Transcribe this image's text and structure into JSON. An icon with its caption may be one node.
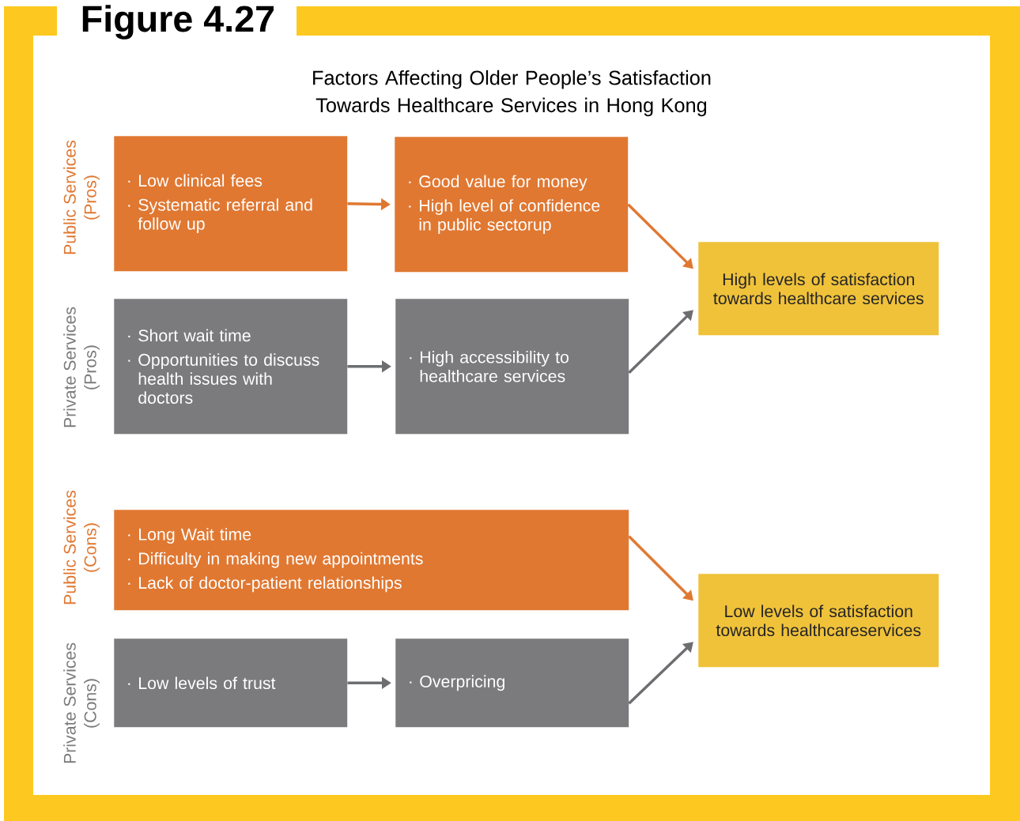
{
  "diagram": {
    "title": "Factors Affecting Older People’s Satisfaction Towards Healthcare Services in Hong Kong",
    "nodes": [
      {
        "text": [
          "Low clinical fees",
          "Systematic referral and follow up"
        ]
      },
      {
        "text": [
          "Good value for money",
          "High level of confidence in public sectorup"
        ]
      },
      {
        "text": [
          "Short wait time",
          "Opportunities to discuss health issues with doctors"
        ]
      },
      {
        "text": [
          "High accessibility to healthcare services"
        ]
      },
      {
        "text": [
          "High levels of satisfaction towards healthcare services"
        ]
      },
      {
        "text": [
          "Long Wait time",
          "Difficulty in making new appointments",
          "Lack of doctor-patient relationships"
        ]
      },
      {
        "text": [
          "Low levels of trust"
        ]
      },
      {
        "text": [
          "Overpricing"
        ]
      },
      {
        "text": [
          "Low levels of satisfaction towards healthcareservices"
        ]
      }
    ],
    "edges": [
      {
        "from": 0,
        "to": 1,
        "arrow": "to",
        "color": "#e07832"
      },
      {
        "from": 1,
        "to": 4,
        "arrow": "to",
        "color": "#e07832"
      },
      {
        "from": 2,
        "to": 3,
        "arrow": "to"
      },
      {
        "from": 3,
        "to": 4,
        "arrow": "to"
      },
      {
        "from": 5,
        "to": 8,
        "arrow": "to",
        "color": "#e07832"
      },
      {
        "from": 6,
        "to": 7,
        "arrow": "to"
      },
      {
        "from": 7,
        "to": 8,
        "arrow": "to"
      }
    ],
    "labels": [
      "Figure 4.27",
      "Public Services",
      "(Pros)",
      "Private Services",
      "(Pros)",
      "Public Services",
      "(Cons)",
      "Private Services",
      "(Cons)"
    ]
  }
}
